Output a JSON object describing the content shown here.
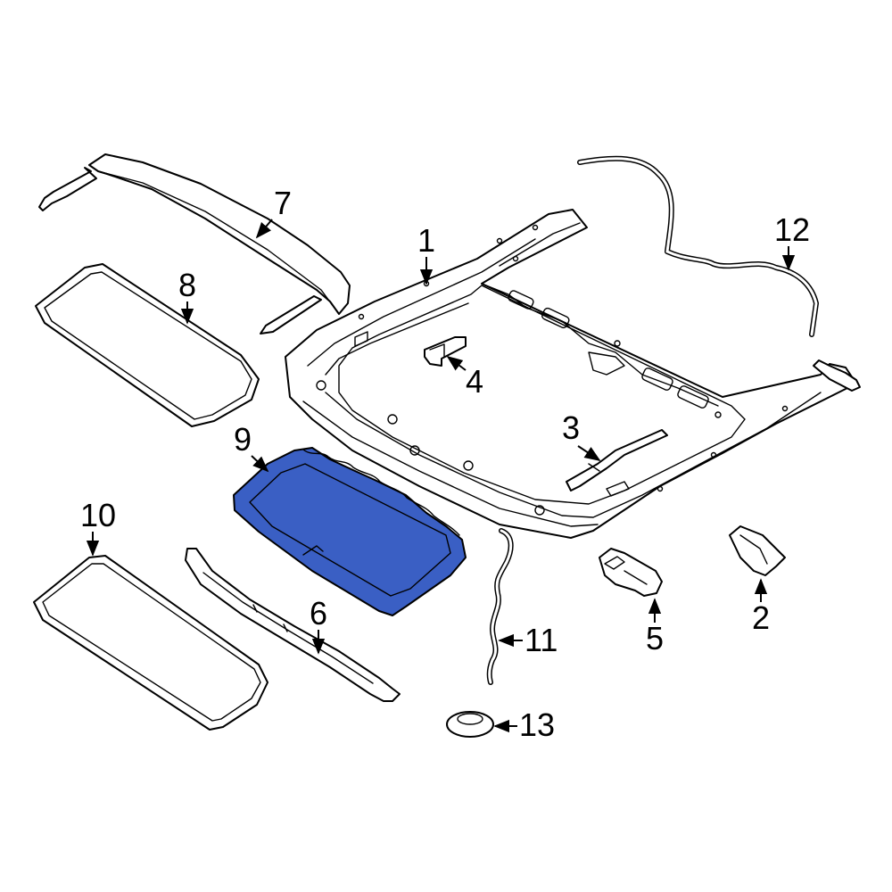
{
  "diagram": {
    "highlight_color": "#3a5fc4",
    "outline_color": "#000000",
    "background_color": "#ffffff",
    "callouts": {
      "c1": "1",
      "c2": "2",
      "c3": "3",
      "c4": "4",
      "c5": "5",
      "c6": "6",
      "c7": "7",
      "c8": "8",
      "c9": "9",
      "c10": "10",
      "c11": "11",
      "c12": "12",
      "c13": "13"
    }
  }
}
